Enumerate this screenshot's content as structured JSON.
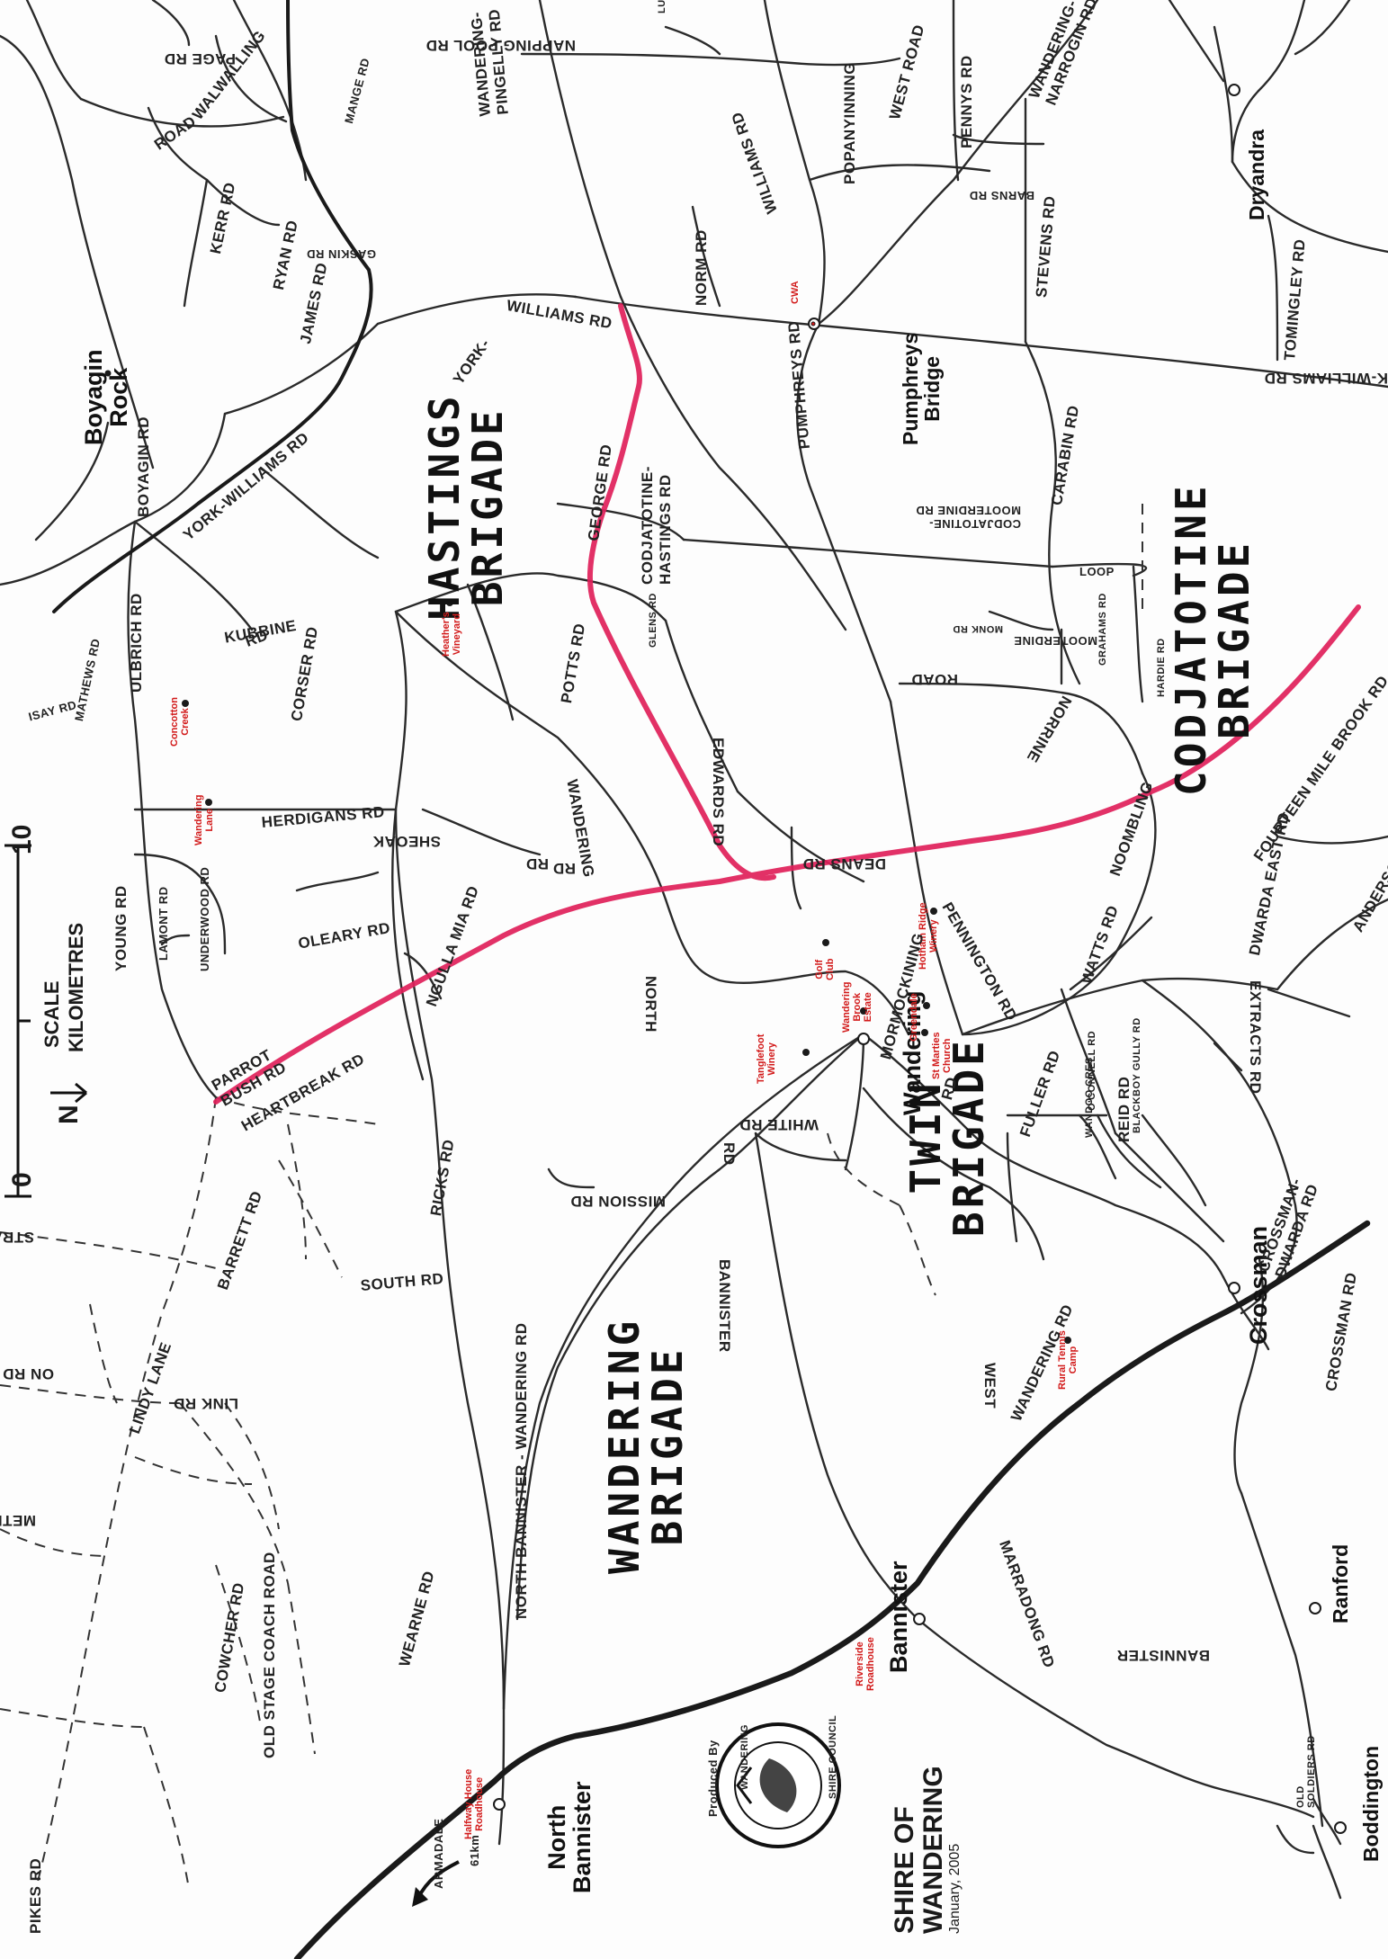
{
  "map_title": {
    "line1": "SHIRE OF",
    "line2": "WANDERING",
    "date": "January, 2005",
    "produced_by": "Produced By"
  },
  "seal_text": {
    "top": "WANDERING",
    "bottom": "SHIRE COUNCIL"
  },
  "scale": {
    "zero": "0",
    "ten": "10",
    "label_top": "SCALE",
    "label_bottom": "KILOMETRES",
    "north": "N"
  },
  "direction": {
    "dest": "ARMADALE",
    "dist": "61km"
  },
  "towns": [
    {
      "label": "Boyagin\nRock"
    },
    {
      "label": "Dryandra"
    },
    {
      "label": "Pumphreys\nBridge"
    },
    {
      "label": "Wandering"
    },
    {
      "label": "Crossman"
    },
    {
      "label": "Bannister"
    },
    {
      "label": "North\nBannister"
    },
    {
      "label": "Ranford"
    },
    {
      "label": "Boddington"
    }
  ],
  "brigades": [
    {
      "label": "HASTINGS\nBRIGADE"
    },
    {
      "label": "CODJATOTINE\nBRIGADE"
    },
    {
      "label": "WANDERING\nBRIGADE"
    },
    {
      "label": "TWIN\nBRIGADE"
    }
  ],
  "pois": [
    {
      "label": "CWA"
    },
    {
      "label": "Heather's\nVineyard"
    },
    {
      "label": "Concotton\nCreek"
    },
    {
      "label": "Wandering\nLane"
    },
    {
      "label": "Golf\nClub"
    },
    {
      "label": "Wandering\nBrook\nEstate"
    },
    {
      "label": "Hotham Ridge\nWinery"
    },
    {
      "label": "Tanglefoot\nWinery"
    },
    {
      "label": "Greendale"
    },
    {
      "label": "St Marties\nChurch"
    },
    {
      "label": "Rural Tennis\nCamp"
    },
    {
      "label": "Riverside\nRoadhouse"
    },
    {
      "label": "Halfway House\nRoadhouse"
    }
  ],
  "roads": [
    "PAGE RD",
    "WALWALLING",
    "ROAD",
    "KERR RD",
    "RYAN RD",
    "JAMES RD",
    "GASKIN RD",
    "MANGE RD",
    "YORK-",
    "WILLIAMS RD",
    "YORK-WILLIAMS RD",
    "BOYAGIN RD",
    "KUBBINE",
    "RD",
    "ULBRICH RD",
    "MATHEWS RD",
    "WANDERING-\nPINGELLY RD",
    "NAPPING POOL RD",
    "LUULETIZ RD",
    "WILLIAMS RD",
    "POPANYINNING",
    "WEST ROAD",
    "PENNYS RD",
    "BARNS RD",
    "WANDERING-\nNARROGIN RD",
    "STEVENS RD",
    "TOMINGLEY RD",
    "K-WILLIAMS RD",
    "NORM RD",
    "GEORGE RD",
    "PUMPHREYS RD",
    "CARABIN RD",
    "CODJATOTINE-\nMOOTERDINE RD",
    "CODJATOTINE-\nHASTINGS RD",
    "GLENS RD",
    "LOOP",
    "MONK RD",
    "MOOTERDINE",
    "GRAHAMS RD",
    "HARDIE RD",
    "POTTS RD",
    "EDWARDS RD",
    "ROAD",
    "NORRINE",
    "CORSER RD",
    "HERDIGANS RD",
    "SHEOAK",
    "RD",
    "WANDERING",
    "RD",
    "DEANS RD",
    "PENNINGTON RD",
    "NOOMBLING",
    "FOURTEEN MILE BROOK RD",
    "DWARDA EAST RD",
    "ANDERSONS",
    "UNDERWOOD RD",
    "LAMONT RD",
    "YOUNG RD",
    "OLEARY RD",
    "NORTH",
    "NGULLA MIA RD",
    "WATTS RD",
    "EXTRACTS RD",
    "PARROT\nBUSH RD",
    "HEARTBREAK RD",
    "RICKS RD",
    "REID RD",
    "MORMOCKINING",
    "RD",
    "FULLER RD",
    "O'CONNELL RD",
    "BLACKBOY GULLY RD",
    "WANDOO CRES",
    "WHITE RD",
    "MISSION RD",
    "RD",
    "BANNISTER",
    "CROSSMAN-\nDWARDA RD",
    "STRANGE R",
    "BARRETT RD",
    "SOUTH RD",
    "ON RD",
    "LINK RD",
    "WEST",
    "WANDERING RD",
    "LINDY LANE",
    "METRO RD",
    "NORTH BANNISTER - WANDERING RD",
    "CROSSMAN RD",
    "COWCHER RD",
    "OLD STAGE COACH ROAD",
    "WEARNE RD",
    "MARRADONG RD",
    "BANNISTER",
    "OLD\nSOLDIERS RD",
    "PIKES RD",
    "ISAY RD"
  ],
  "colors": {
    "highlight": "#e0205a",
    "road": "#2a2a2a",
    "highway": "#1a1a1a",
    "poi": "#d21a1a"
  }
}
